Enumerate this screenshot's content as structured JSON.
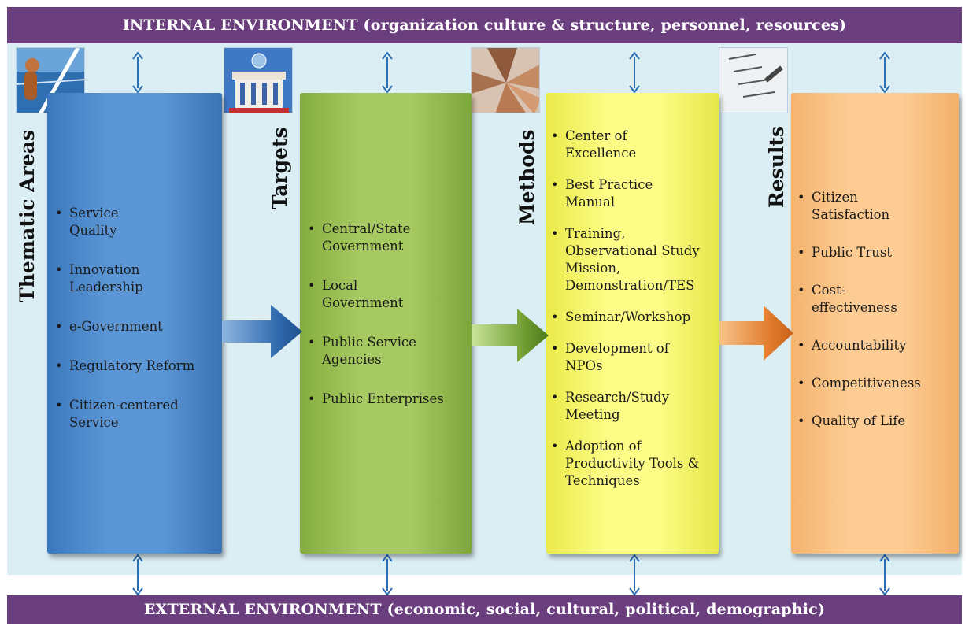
{
  "header": {
    "title": "INTERNAL ENVIRONMENT (organization culture & structure, personnel, resources)"
  },
  "footer": {
    "title": "EXTERNAL ENVIRONMENT (economic, social, cultural, political, demographic)"
  },
  "columns": [
    {
      "label": "Thematic Areas",
      "color": "#5b97d6",
      "items": [
        "Service Quality",
        "Innovation Leadership",
        "e-Government",
        "Regulatory Reform",
        "Citizen-centered Service"
      ]
    },
    {
      "label": "Targets",
      "color": "#a7c962",
      "items": [
        "Central/State Government",
        "Local Government",
        "Public Service Agencies",
        "Public Enterprises"
      ]
    },
    {
      "label": "Methods",
      "color": "#fdfc86",
      "items": [
        "Center of Excellence",
        "Best Practice Manual",
        "Training, Observational Study Mission, Demonstration/TES",
        "Seminar/Workshop",
        "Development of NPOs",
        "Research/Study Meeting",
        "Adoption of Productivity Tools & Techniques"
      ]
    },
    {
      "label": "Results",
      "color": "#fccc94",
      "items": [
        "Citizen Satisfaction",
        "Public Trust",
        "Cost-effectiveness",
        "Accountability",
        "Competitiveness",
        "Quality of Life"
      ]
    }
  ],
  "colors": {
    "banner": "#6b3f7e",
    "background": "#dbeef4",
    "arrow": "#2a6fb5"
  },
  "icons": [
    "interaction-arrow-icon",
    "flow-arrow-icon"
  ]
}
